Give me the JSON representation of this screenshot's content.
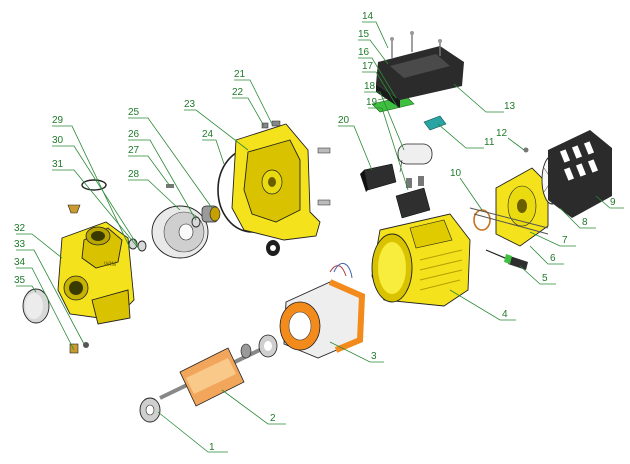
{
  "diagram": {
    "part_numbers": [
      "1",
      "2",
      "3",
      "4",
      "5",
      "6",
      "7",
      "8",
      "9",
      "10",
      "11",
      "12",
      "13",
      "14",
      "15",
      "16",
      "17",
      "18",
      "19",
      "20",
      "21",
      "22",
      "23",
      "24",
      "25",
      "26",
      "27",
      "28",
      "29",
      "30",
      "31",
      "32",
      "33",
      "34",
      "35"
    ],
    "brand_text": "WIM",
    "colors": {
      "callout": "#1f7a2a",
      "housing": "#f4e21c",
      "winding": "#f28a1c",
      "cover": "#2b2b2b",
      "clip": "#3fbf3f",
      "bracket": "#2aa3a3"
    }
  }
}
